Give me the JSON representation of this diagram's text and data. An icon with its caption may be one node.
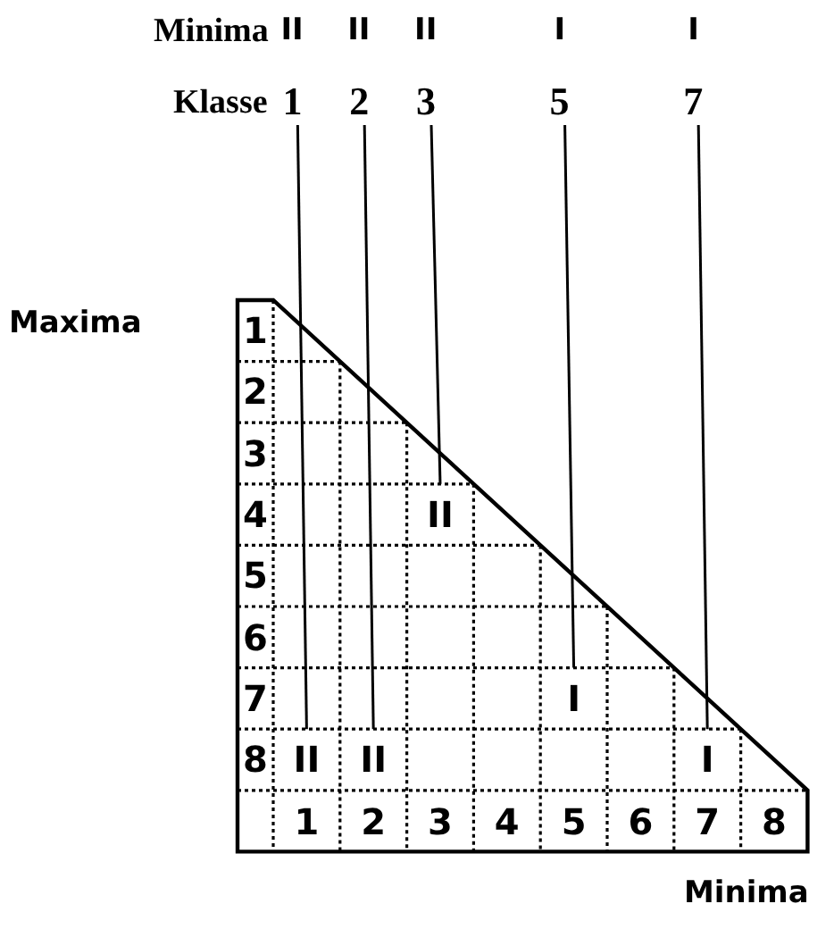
{
  "diagram": {
    "nodes": [
      {
        "text": [
          "1"
        ]
      },
      {
        "text": [
          "2"
        ]
      },
      {
        "text": [
          "3"
        ]
      },
      {
        "text": [
          "5"
        ]
      },
      {
        "text": [
          "7"
        ]
      },
      {
        "text": [
          "II"
        ]
      },
      {
        "text": [
          "I"
        ]
      },
      {
        "text": [
          "II"
        ]
      },
      {
        "text": [
          "II"
        ]
      },
      {
        "text": [
          "I"
        ]
      }
    ],
    "edges": [
      {
        "from": 0,
        "to": 7,
        "arrow": "none"
      },
      {
        "from": 1,
        "to": 8,
        "arrow": "none"
      },
      {
        "from": 2,
        "to": 5,
        "arrow": "none"
      },
      {
        "from": 3,
        "to": 6,
        "arrow": "none"
      },
      {
        "from": 4,
        "to": 9,
        "arrow": "none"
      }
    ],
    "labels": [
      "Minima",
      "II",
      "II",
      "II",
      "I",
      "I",
      "Klasse",
      "Maxima",
      "1",
      "2",
      "3",
      "4",
      "5",
      "6",
      "7",
      "8",
      "1",
      "2",
      "3",
      "4",
      "5",
      "6",
      "7",
      "8",
      "Minima"
    ]
  }
}
